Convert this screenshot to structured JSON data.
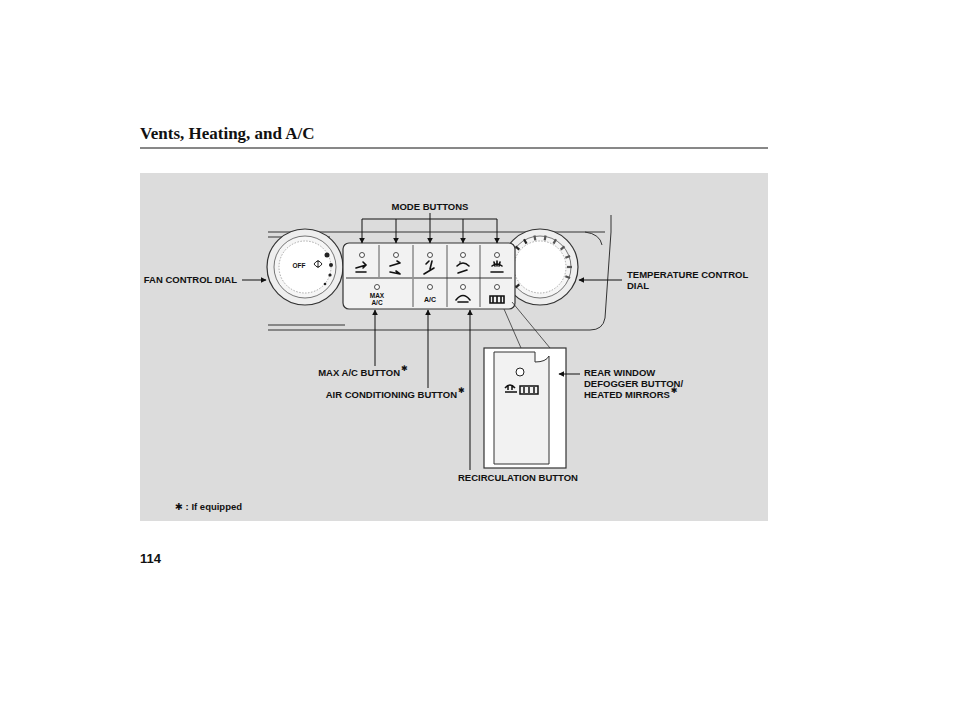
{
  "diagram": {
    "title": "Vents, Heating, and A/C",
    "nodes": [
      {
        "text": [
          "OFF"
        ]
      },
      {
        "text": [
          "MAX A/C"
        ]
      },
      {
        "text": [
          "A/C"
        ]
      }
    ],
    "labels": [
      "MODE BUTTONS",
      "FAN CONTROL DIAL",
      "TEMPERATURE CONTROL DIAL",
      "MAX A/C BUTTON",
      "✱",
      "AIR CONDITIONING BUTTON",
      "✱",
      "REAR WINDOW DEFOGGER BUTTON/ HEATED MIRRORS",
      "✱",
      "RECIRCULATION BUTTON",
      "✱ : If equipped",
      "114"
    ]
  }
}
